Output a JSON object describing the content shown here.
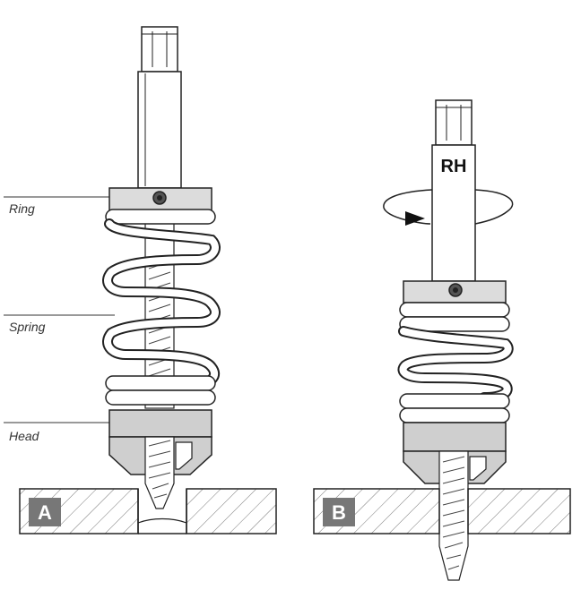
{
  "labels": {
    "ring": "Ring",
    "spring": "Spring",
    "head": "Head"
  },
  "rotation": {
    "text": "RH",
    "arrow_icon": "rotation-arrow-icon"
  },
  "panels": {
    "a": "A",
    "b": "B"
  },
  "colors": {
    "line": "#222222",
    "ring_fill": "#dcdcdc",
    "head_fill": "#cfcfcf",
    "panel_badge": "#777777",
    "background": "#ffffff"
  }
}
